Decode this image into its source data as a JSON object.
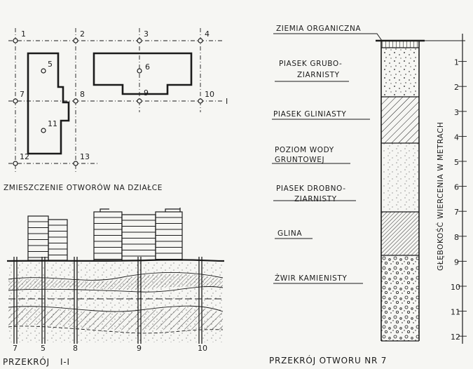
{
  "plan": {
    "caption": "ROZMIESZCZENIE OTWORÓW NA DZIAŁCE",
    "caption_display": "ZMIESZCZENIE OTWORÓW NA DZIAŁCE",
    "section_mark": "I",
    "holes": [
      "1",
      "2",
      "3",
      "4",
      "5",
      "6",
      "7",
      "8",
      "9",
      "10",
      "11",
      "12",
      "13"
    ]
  },
  "cross_section": {
    "caption": "PRZEKRÓJ I-I",
    "caption_left": "PRZEKRÓJ",
    "caption_right": "I-I",
    "hole_labels": [
      "7",
      "5",
      "8",
      "9",
      "10"
    ]
  },
  "borehole": {
    "caption": "PRZEKRÓJ OTWORU NR 7",
    "axis_label": "GŁĘBOKOŚĆ WIERCENIA W METRACH",
    "depth_ticks": [
      "1",
      "2",
      "3",
      "4",
      "5",
      "6",
      "7",
      "8",
      "9",
      "10",
      "11",
      "12"
    ],
    "layers": [
      {
        "line1": "ZIEMIA ORGANICZNA",
        "line2": ""
      },
      {
        "line1": "PIASEK GRUBO-",
        "line2": "ZIARNISTY"
      },
      {
        "line1": "PIASEK GLINIASTY",
        "line2": ""
      },
      {
        "line1": "POZIOM WODY",
        "line2": "GRUNTOWEJ"
      },
      {
        "line1": "PIASEK DROBNO-",
        "line2": "ZIARNISTY"
      },
      {
        "line1": "GLINA",
        "line2": ""
      },
      {
        "line1": "ŻWIR KAMIENISTY",
        "line2": ""
      }
    ]
  }
}
